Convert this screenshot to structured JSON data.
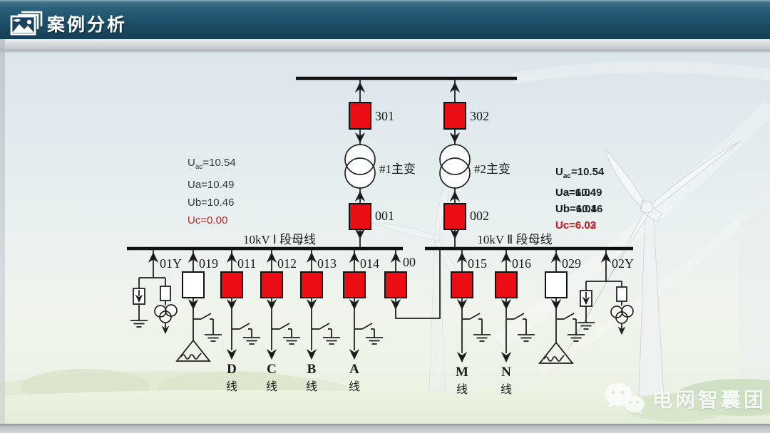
{
  "header": {
    "title": "案例分析",
    "icon": "photo-stack-icon"
  },
  "colors": {
    "header_teal": "#1d4f69",
    "breaker_closed": "#ea0e14",
    "breaker_open": "#ffffff",
    "alarm_text": "#c42428"
  },
  "diagram": {
    "incoming": [
      {
        "hv_breaker": "301",
        "transformer": "#1主变",
        "lv_breaker": "001"
      },
      {
        "hv_breaker": "302",
        "transformer": "#2主变",
        "lv_breaker": "002"
      }
    ],
    "bus1_label": "10kV Ⅰ 段母线",
    "bus2_label": "10kV Ⅱ 段母线",
    "feeders": [
      {
        "id": "01Y"
      },
      {
        "id": "019"
      },
      {
        "id": "011",
        "line": [
          "D",
          "线"
        ]
      },
      {
        "id": "012",
        "line": [
          "C",
          "线"
        ]
      },
      {
        "id": "013",
        "line": [
          "B",
          "线"
        ]
      },
      {
        "id": "014",
        "line": [
          "A",
          "线"
        ]
      },
      {
        "id": "00"
      },
      {
        "id": "015",
        "line": [
          "M",
          "线"
        ]
      },
      {
        "id": "016",
        "line": [
          "N",
          "线"
        ]
      },
      {
        "id": "029"
      },
      {
        "id": "02Y"
      }
    ]
  },
  "readings_left": {
    "l1_pre": "U",
    "l1_sub": "ac",
    "l1_val": "=10.54",
    "l2": "Ua=10.49",
    "l3": "Ub=10.46",
    "l4": "Uc=0.00"
  },
  "readings_right": {
    "l1_pre": "U",
    "l1_sub": "ac",
    "l1_val": "=10.54",
    "l2a": "Ua=10.49",
    "l2b": "Ua=6.04",
    "l3a": "Ub=10.46",
    "l3b": "Ub=6.01",
    "l4a": "Uc=6.02",
    "l4b": "Uc=6.03"
  },
  "watermark": {
    "text": "电网智囊团",
    "icon": "wechat-icon"
  }
}
